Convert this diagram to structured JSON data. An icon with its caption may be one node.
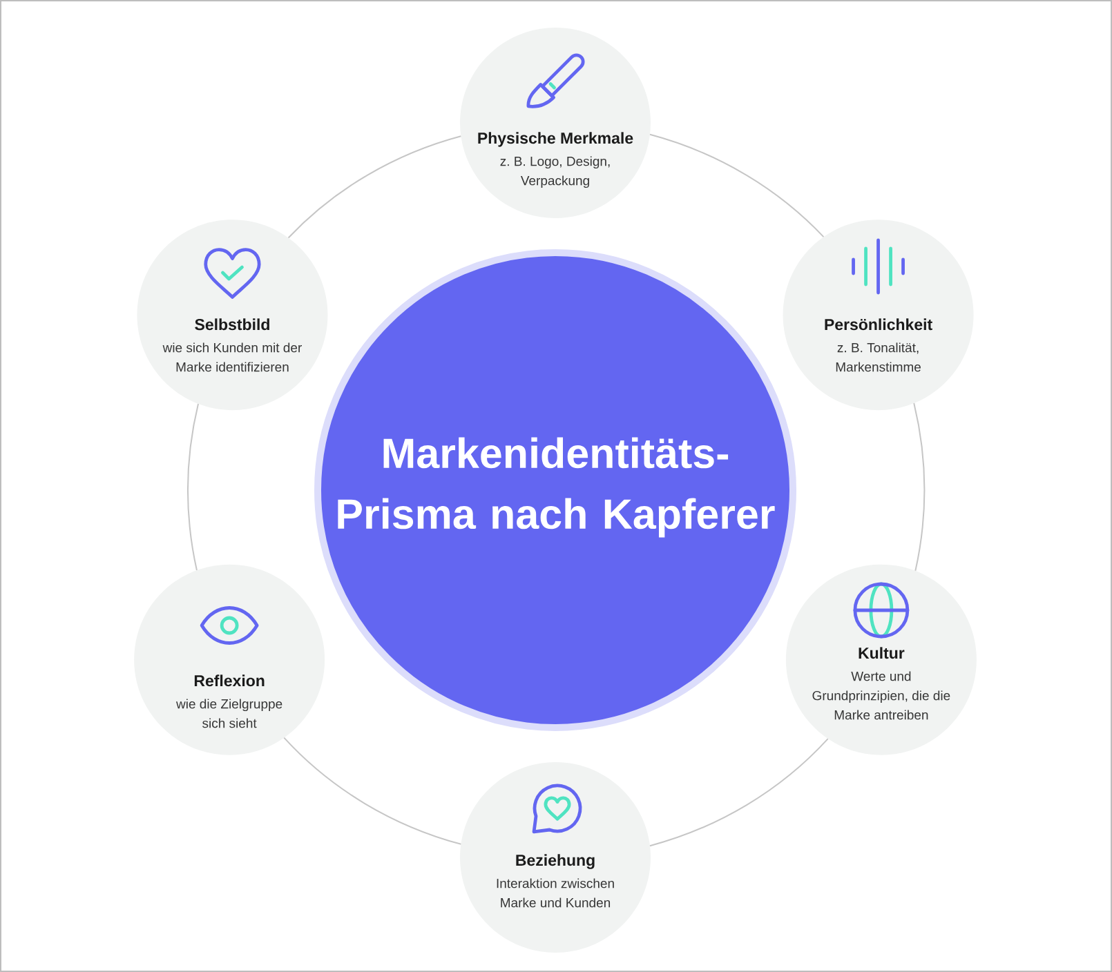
{
  "diagram": {
    "nodes": [
      {
        "text": [
          "Markenidentitäts-Prisma nach Kapferer"
        ]
      },
      {
        "text": [
          "Physische Merkmale",
          "z. B. Logo, Design, Verpackung"
        ]
      },
      {
        "text": [
          "Persönlichkeit",
          "z. B. Tonalität, Markenstimme"
        ]
      },
      {
        "text": [
          "Kultur",
          "Werte und Grundprinzipien, die die Marke antreiben"
        ]
      },
      {
        "text": [
          "Beziehung",
          "Interaktion zwischen Marke und Kunden"
        ]
      },
      {
        "text": [
          "Reflexion",
          "wie die Zielgruppe sich sieht"
        ]
      },
      {
        "text": [
          "Selbstbild",
          "wie sich Kunden mit der Marke identifizieren"
        ]
      }
    ],
    "edges": [
      {
        "from": 1,
        "to": 2,
        "arrow": "none"
      },
      {
        "from": 2,
        "to": 3,
        "arrow": "none"
      },
      {
        "from": 3,
        "to": 4,
        "arrow": "none"
      },
      {
        "from": 4,
        "to": 5,
        "arrow": "none"
      },
      {
        "from": 5,
        "to": 6,
        "arrow": "none"
      },
      {
        "from": 6,
        "to": 1,
        "arrow": "none"
      }
    ]
  }
}
